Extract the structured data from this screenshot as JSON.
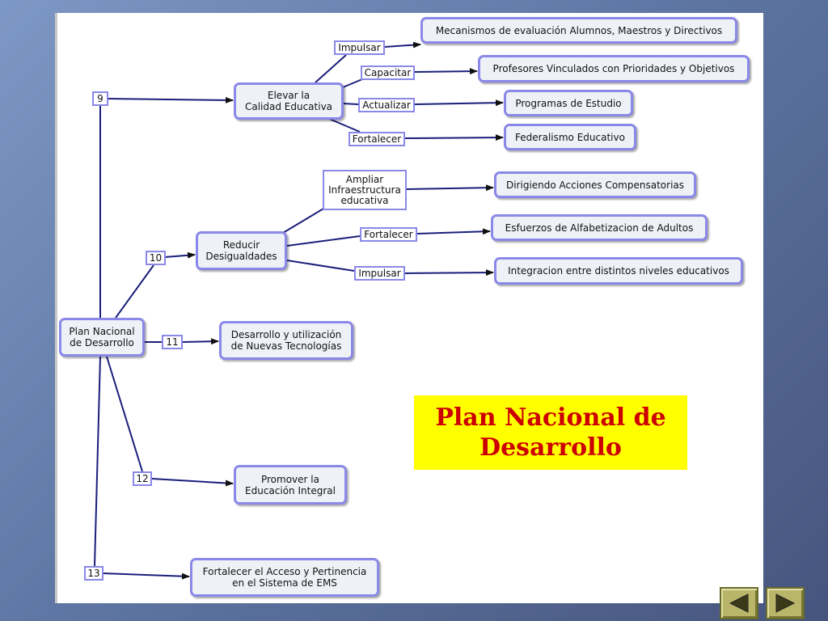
{
  "title": "Plan Nacional de\nDesarrollo",
  "nodes": {
    "root": "Plan Nacional\nde Desarrollo",
    "elevar": "Elevar la\nCalidad Educativa",
    "mecanismos": "Mecanismos de evaluación Alumnos, Maestros y Directivos",
    "profesores": "Profesores Vinculados con Prioridades y Objetivos",
    "programas": "Programas de Estudio",
    "federalismo": "Federalismo Educativo",
    "reducir": "Reducir\nDesigualdades",
    "dirigiendo": "Dirigiendo Acciones Compensatorias",
    "esfuerzos": "Esfuerzos de Alfabetizacion de Adultos",
    "integracion": "Integracion entre distintos niveles educativos",
    "desarrollo": "Desarrollo y utilización\nde Nuevas Tecnologías",
    "promover": "Promover la\nEducación Integral",
    "fortalecer_acceso": "Fortalecer el Acceso y Pertinencia\nen el Sistema de EMS"
  },
  "links": {
    "n9": "9",
    "n10": "10",
    "n11": "11",
    "n12": "12",
    "n13": "13",
    "impulsar1": "Impulsar",
    "capacitar": "Capacitar",
    "actualizar": "Actualizar",
    "fortalecer1": "Fortalecer",
    "ampliar": "Ampliar\nInfraestructura\neducativa",
    "fortalecer2": "Fortalecer",
    "impulsar2": "Impulsar"
  },
  "nav": {
    "prev_icon": "triangle-left-icon",
    "next_icon": "triangle-right-icon"
  },
  "colors": {
    "node_border": "#8a88e8",
    "node_fill": "#eef2f7",
    "title_bg": "#ffff00",
    "title_text": "#cc0000"
  }
}
